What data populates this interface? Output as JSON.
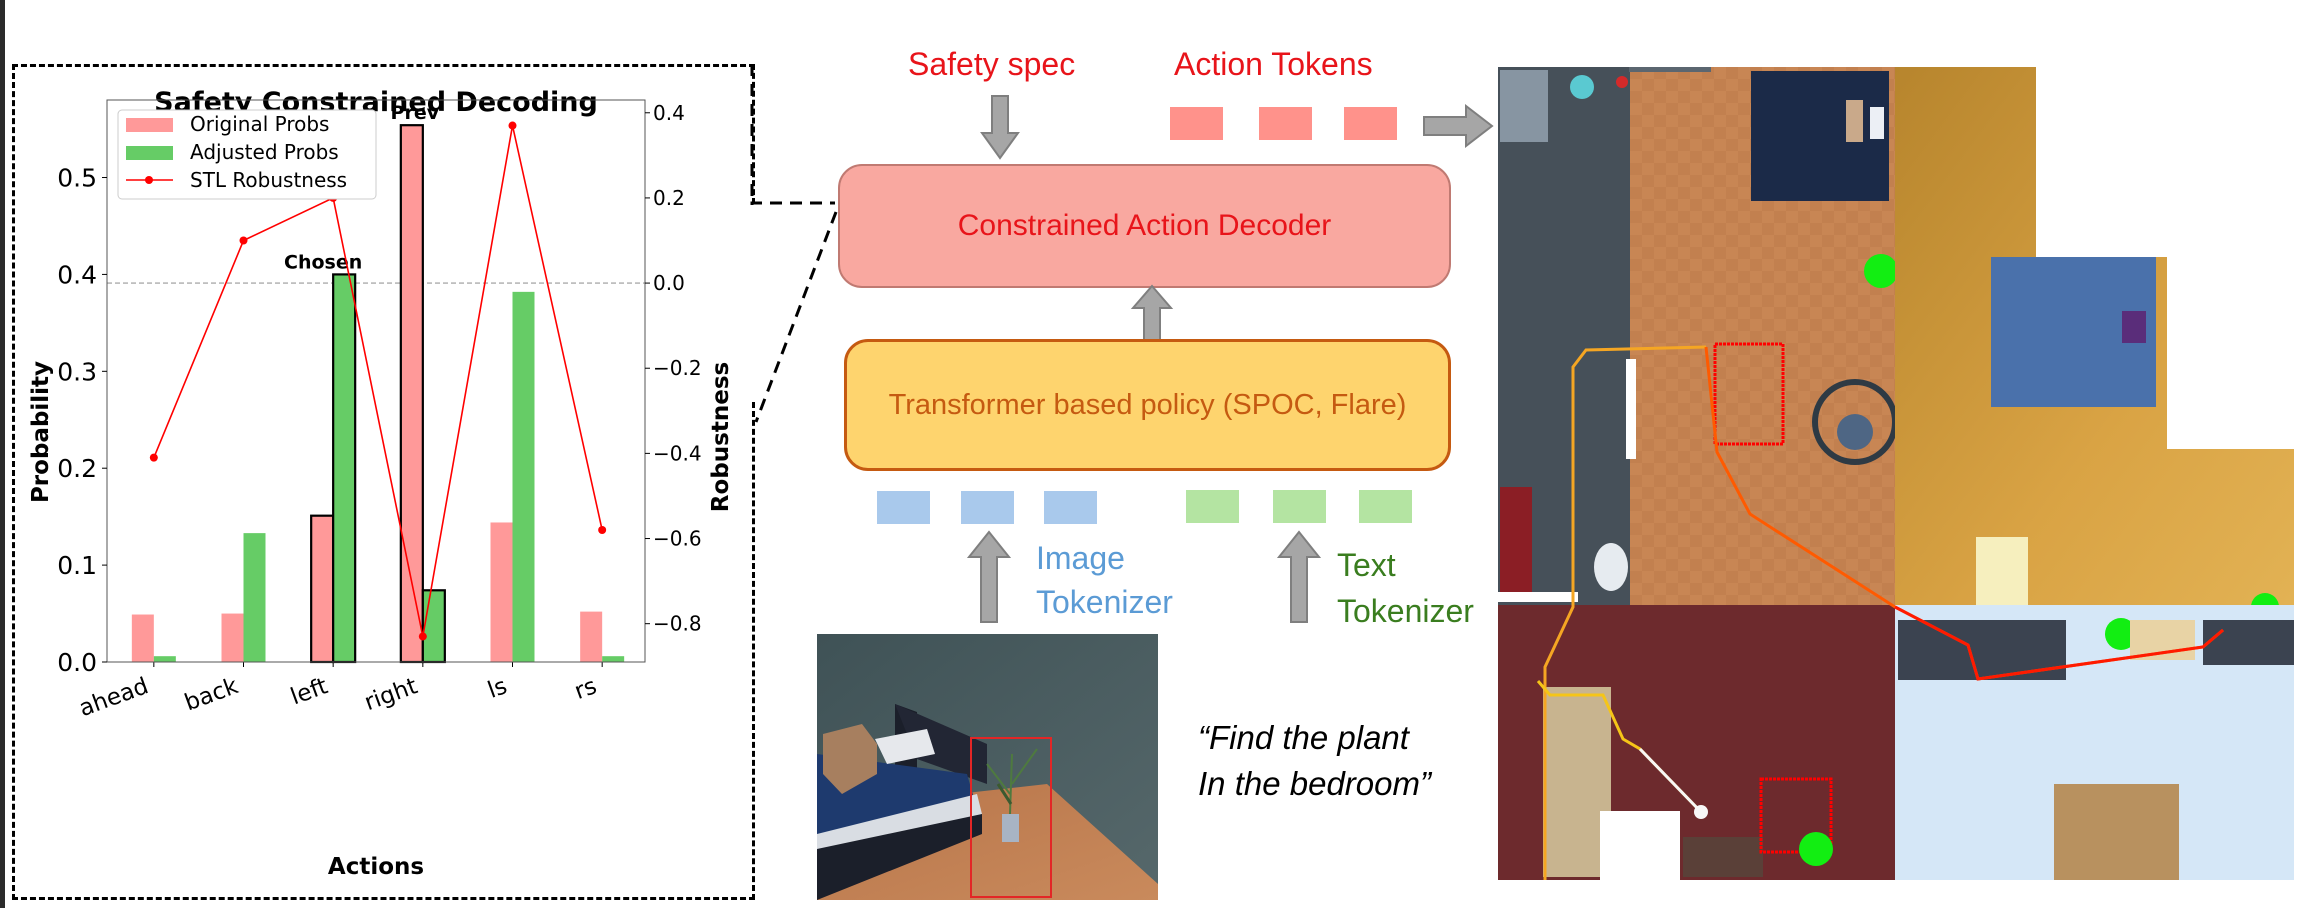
{
  "chart_data": {
    "type": "bar",
    "title": "Safety Constrained Decoding",
    "xlabel": "Actions",
    "ylabel": "Probability",
    "y2label": "Robustness",
    "categories": [
      "ahead",
      "back",
      "left",
      "right",
      "ls",
      "rs"
    ],
    "ylim": [
      0.0,
      0.58
    ],
    "y2lim": [
      -0.89,
      0.43
    ],
    "yticks": [
      "0.0",
      "0.1",
      "0.2",
      "0.3",
      "0.4",
      "0.5"
    ],
    "yticks_values": [
      0.0,
      0.1,
      0.2,
      0.3,
      0.4,
      0.5
    ],
    "y2ticks": [
      "−0.8",
      "−0.6",
      "−0.4",
      "−0.2",
      "0.0",
      "0.2",
      "0.4"
    ],
    "y2ticks_values": [
      -0.8,
      -0.6,
      -0.4,
      -0.2,
      0.0,
      0.2,
      0.4
    ],
    "series": [
      {
        "name": "Original Probs",
        "type": "bar",
        "color": "#ff9999",
        "values": [
          0.049,
          0.05,
          0.151,
          0.554,
          0.144,
          0.052
        ]
      },
      {
        "name": "Adjusted Probs",
        "type": "bar",
        "color": "#66cc66",
        "values": [
          0.006,
          0.133,
          0.4,
          0.074,
          0.382,
          0.006
        ]
      },
      {
        "name": "STL Robustness",
        "type": "line",
        "axis": "right",
        "color": "#ff0000",
        "values": [
          -0.41,
          0.1,
          0.2,
          -0.83,
          0.37,
          -0.58
        ]
      }
    ],
    "highlighted": [
      {
        "category": "left",
        "series": "both",
        "annotation": "Chosen"
      },
      {
        "category": "right",
        "series": "both",
        "annotation": "Prev"
      }
    ],
    "reference_line": {
      "axis": "right",
      "value": 0.0,
      "style": "dashed",
      "color": "#999999"
    },
    "legend": {
      "position": "top-left",
      "entries": [
        "Original Probs",
        "Adjusted Probs",
        "STL Robustness"
      ]
    },
    "grid": false
  },
  "diagram": {
    "safety_spec_label": "Safety spec",
    "action_tokens_label": "Action Tokens",
    "decoder_label": "Constrained Action Decoder",
    "policy_label": "Transformer based policy (SPOC, Flare)",
    "image_tokenizer_line1": "Image",
    "image_tokenizer_line2": "Tokenizer",
    "text_tokenizer_line1": "Text",
    "text_tokenizer_line2": "Tokenizer",
    "instruction_line1": "“Find the plant",
    "instruction_line2": "In the bedroom”",
    "colors": {
      "label_red": "#e8141a",
      "decoder_fill": "#f9a8a0",
      "policy_fill": "#fed46e",
      "policy_text": "#c55a11",
      "image_token": "#a9c9ec",
      "text_token": "#b4e4a2",
      "action_token": "#ff928b",
      "arrow_fill": "#a6a6a6"
    }
  },
  "map": {
    "description": "Top-down house floor plan with agent trajectory",
    "trajectory_colors": [
      "#f5c518",
      "#f5a623",
      "#ff6a00",
      "#ff1a00"
    ],
    "target_marker_color": "#00ff00",
    "unsafe_zone_color": "#ff0000"
  }
}
